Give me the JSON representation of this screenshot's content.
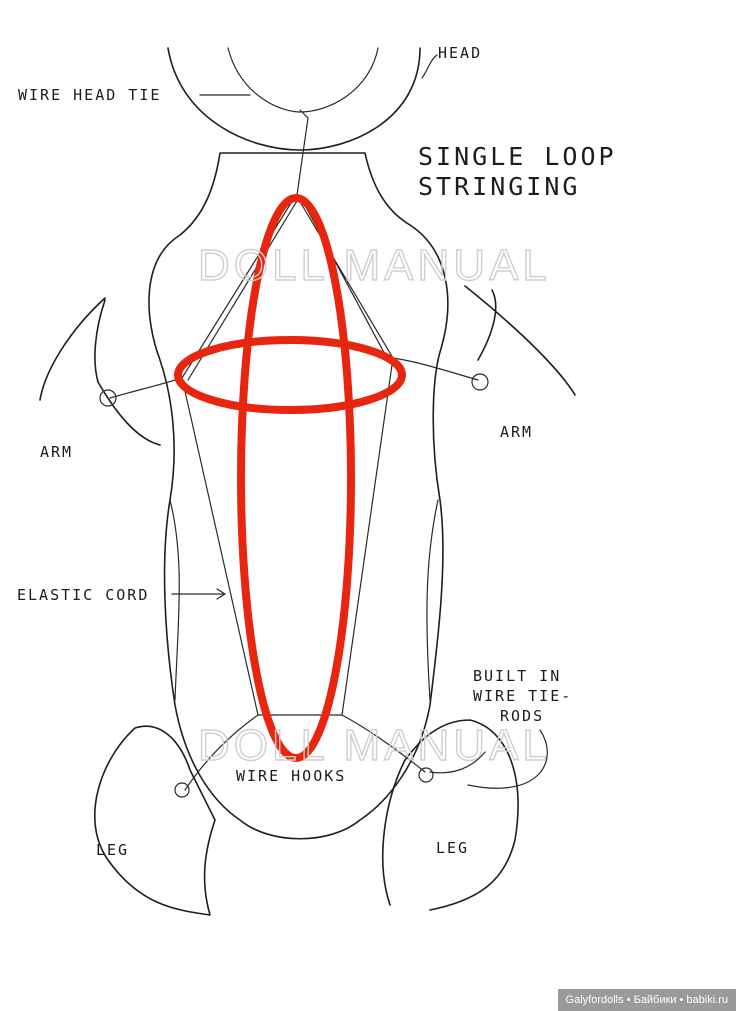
{
  "title": {
    "line1": "SINGLE LOOP",
    "line2": "STRINGING"
  },
  "labels": {
    "head": "HEAD",
    "wire_head_tie": "WIRE HEAD TIE",
    "arm_left": "ARM",
    "arm_right": "ARM",
    "elastic_cord": "ELASTIC CORD",
    "built_in_line1": "BUILT IN",
    "built_in_line2": "WIRE TIE-",
    "built_in_line3": "RODS",
    "wire_hooks": "WIRE HOOKS",
    "leg_left": "LEG",
    "leg_right": "LEG"
  },
  "watermark": {
    "top": "DOLL MANUAL",
    "bottom": "DOLL MANUAL"
  },
  "credit": "Galyfordolls • Байбики • babiki.ru",
  "colors": {
    "highlight": "#e8250f",
    "ink": "#1e1e1e",
    "watermark": "#cfcfcf"
  }
}
